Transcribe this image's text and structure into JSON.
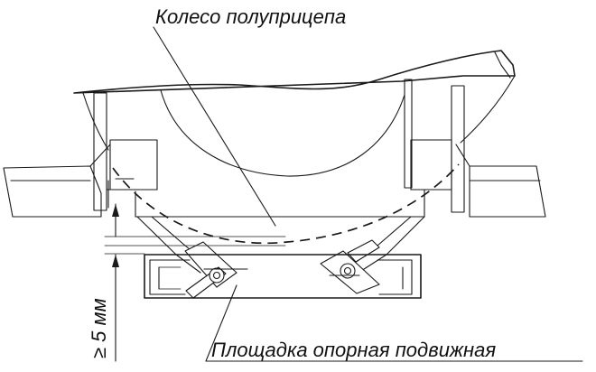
{
  "labels": {
    "wheel": "Колесо полуприцепа",
    "platform": "Площадка опорная подвижная",
    "clearance": "≥ 5 мм"
  }
}
